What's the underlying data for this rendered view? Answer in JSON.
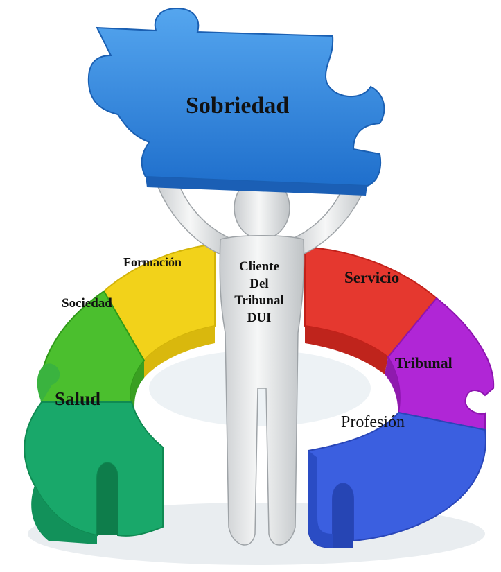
{
  "top_piece": {
    "label": "Sobriedad",
    "color": "#2f86de"
  },
  "ring_segments": [
    {
      "key": "formacion",
      "label": "Formación",
      "color": "#f2d21a"
    },
    {
      "key": "sociedad",
      "label": "Sociedad",
      "color": "#4bbf2e"
    },
    {
      "key": "salud",
      "label": "Salud",
      "color": "#19a86a"
    },
    {
      "key": "servicio",
      "label": "Servicio",
      "color": "#e5382f"
    },
    {
      "key": "tribunal",
      "label": "Tribunal",
      "color": "#b026d6"
    },
    {
      "key": "profesion",
      "label": "Profesión",
      "color": "#3b5fe0"
    }
  ],
  "center_figure": {
    "lines": [
      "Cliente",
      "Del",
      "Tribunal",
      "DUI"
    ],
    "color": "#eceeee"
  }
}
